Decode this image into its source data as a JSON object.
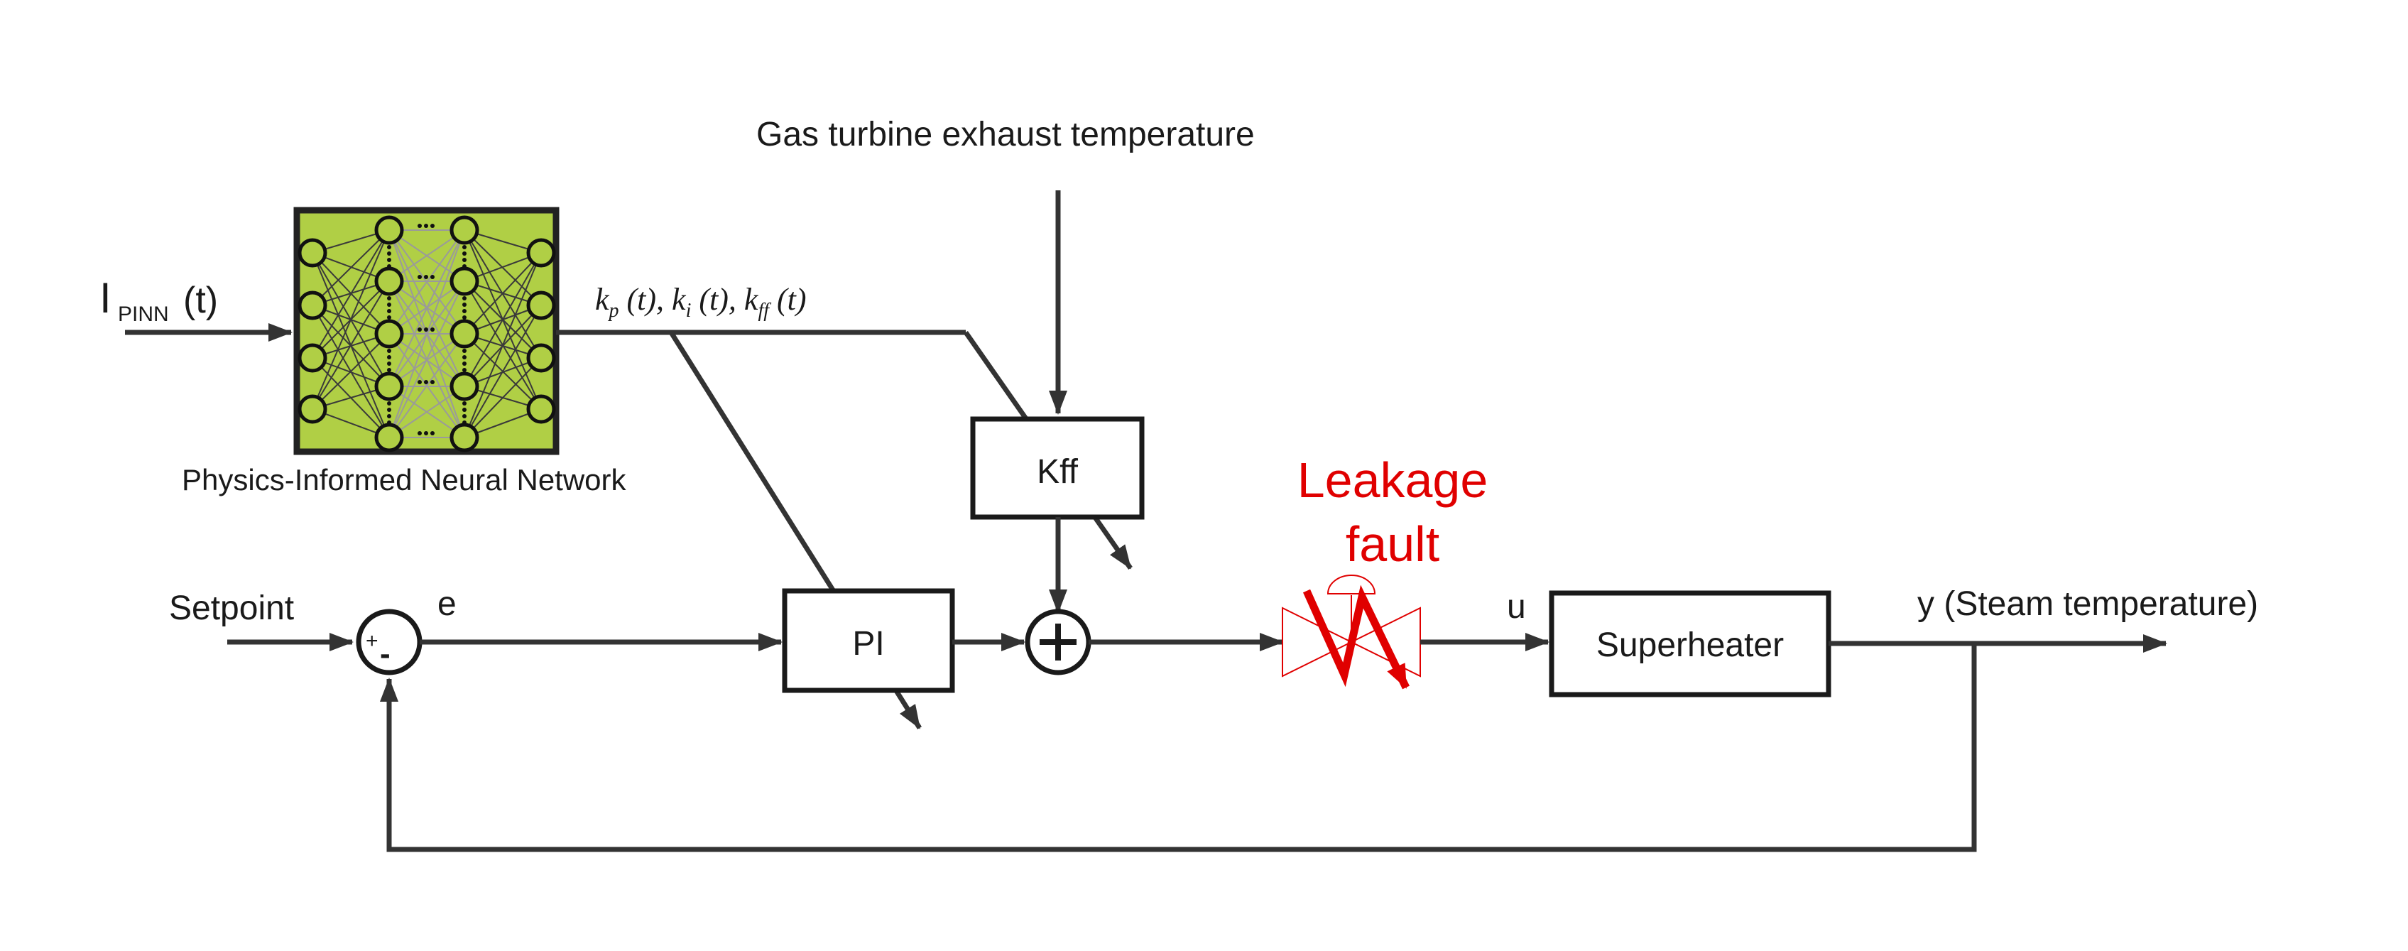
{
  "colors": {
    "line": "#333333",
    "pinn_fill": "#b0cf45",
    "fault": "#e00000"
  },
  "labels": {
    "input": "I",
    "input_sub": "PINN",
    "input_arg": "(t)",
    "pinn_caption": "Physics-Informed Neural Network",
    "gains": "k_p (t), k_i (t), k_ff (t)",
    "disturbance": "Gas turbine exhaust temperature",
    "setpoint": "Setpoint",
    "error": "e",
    "plus_sign": "+",
    "minus_sign": "-",
    "pi_block": "PI",
    "kff_block": "Kff",
    "fault_line1": "Leakage",
    "fault_line2": "fault",
    "control": "u",
    "plant": "Superheater",
    "output": "y (Steam temperature)"
  },
  "icons": {
    "neural_network": "neural-network-icon",
    "summing_junction": "sum-circle-icon",
    "valve": "control-valve-icon",
    "fault_marker": "zigzag-arrow-icon"
  }
}
